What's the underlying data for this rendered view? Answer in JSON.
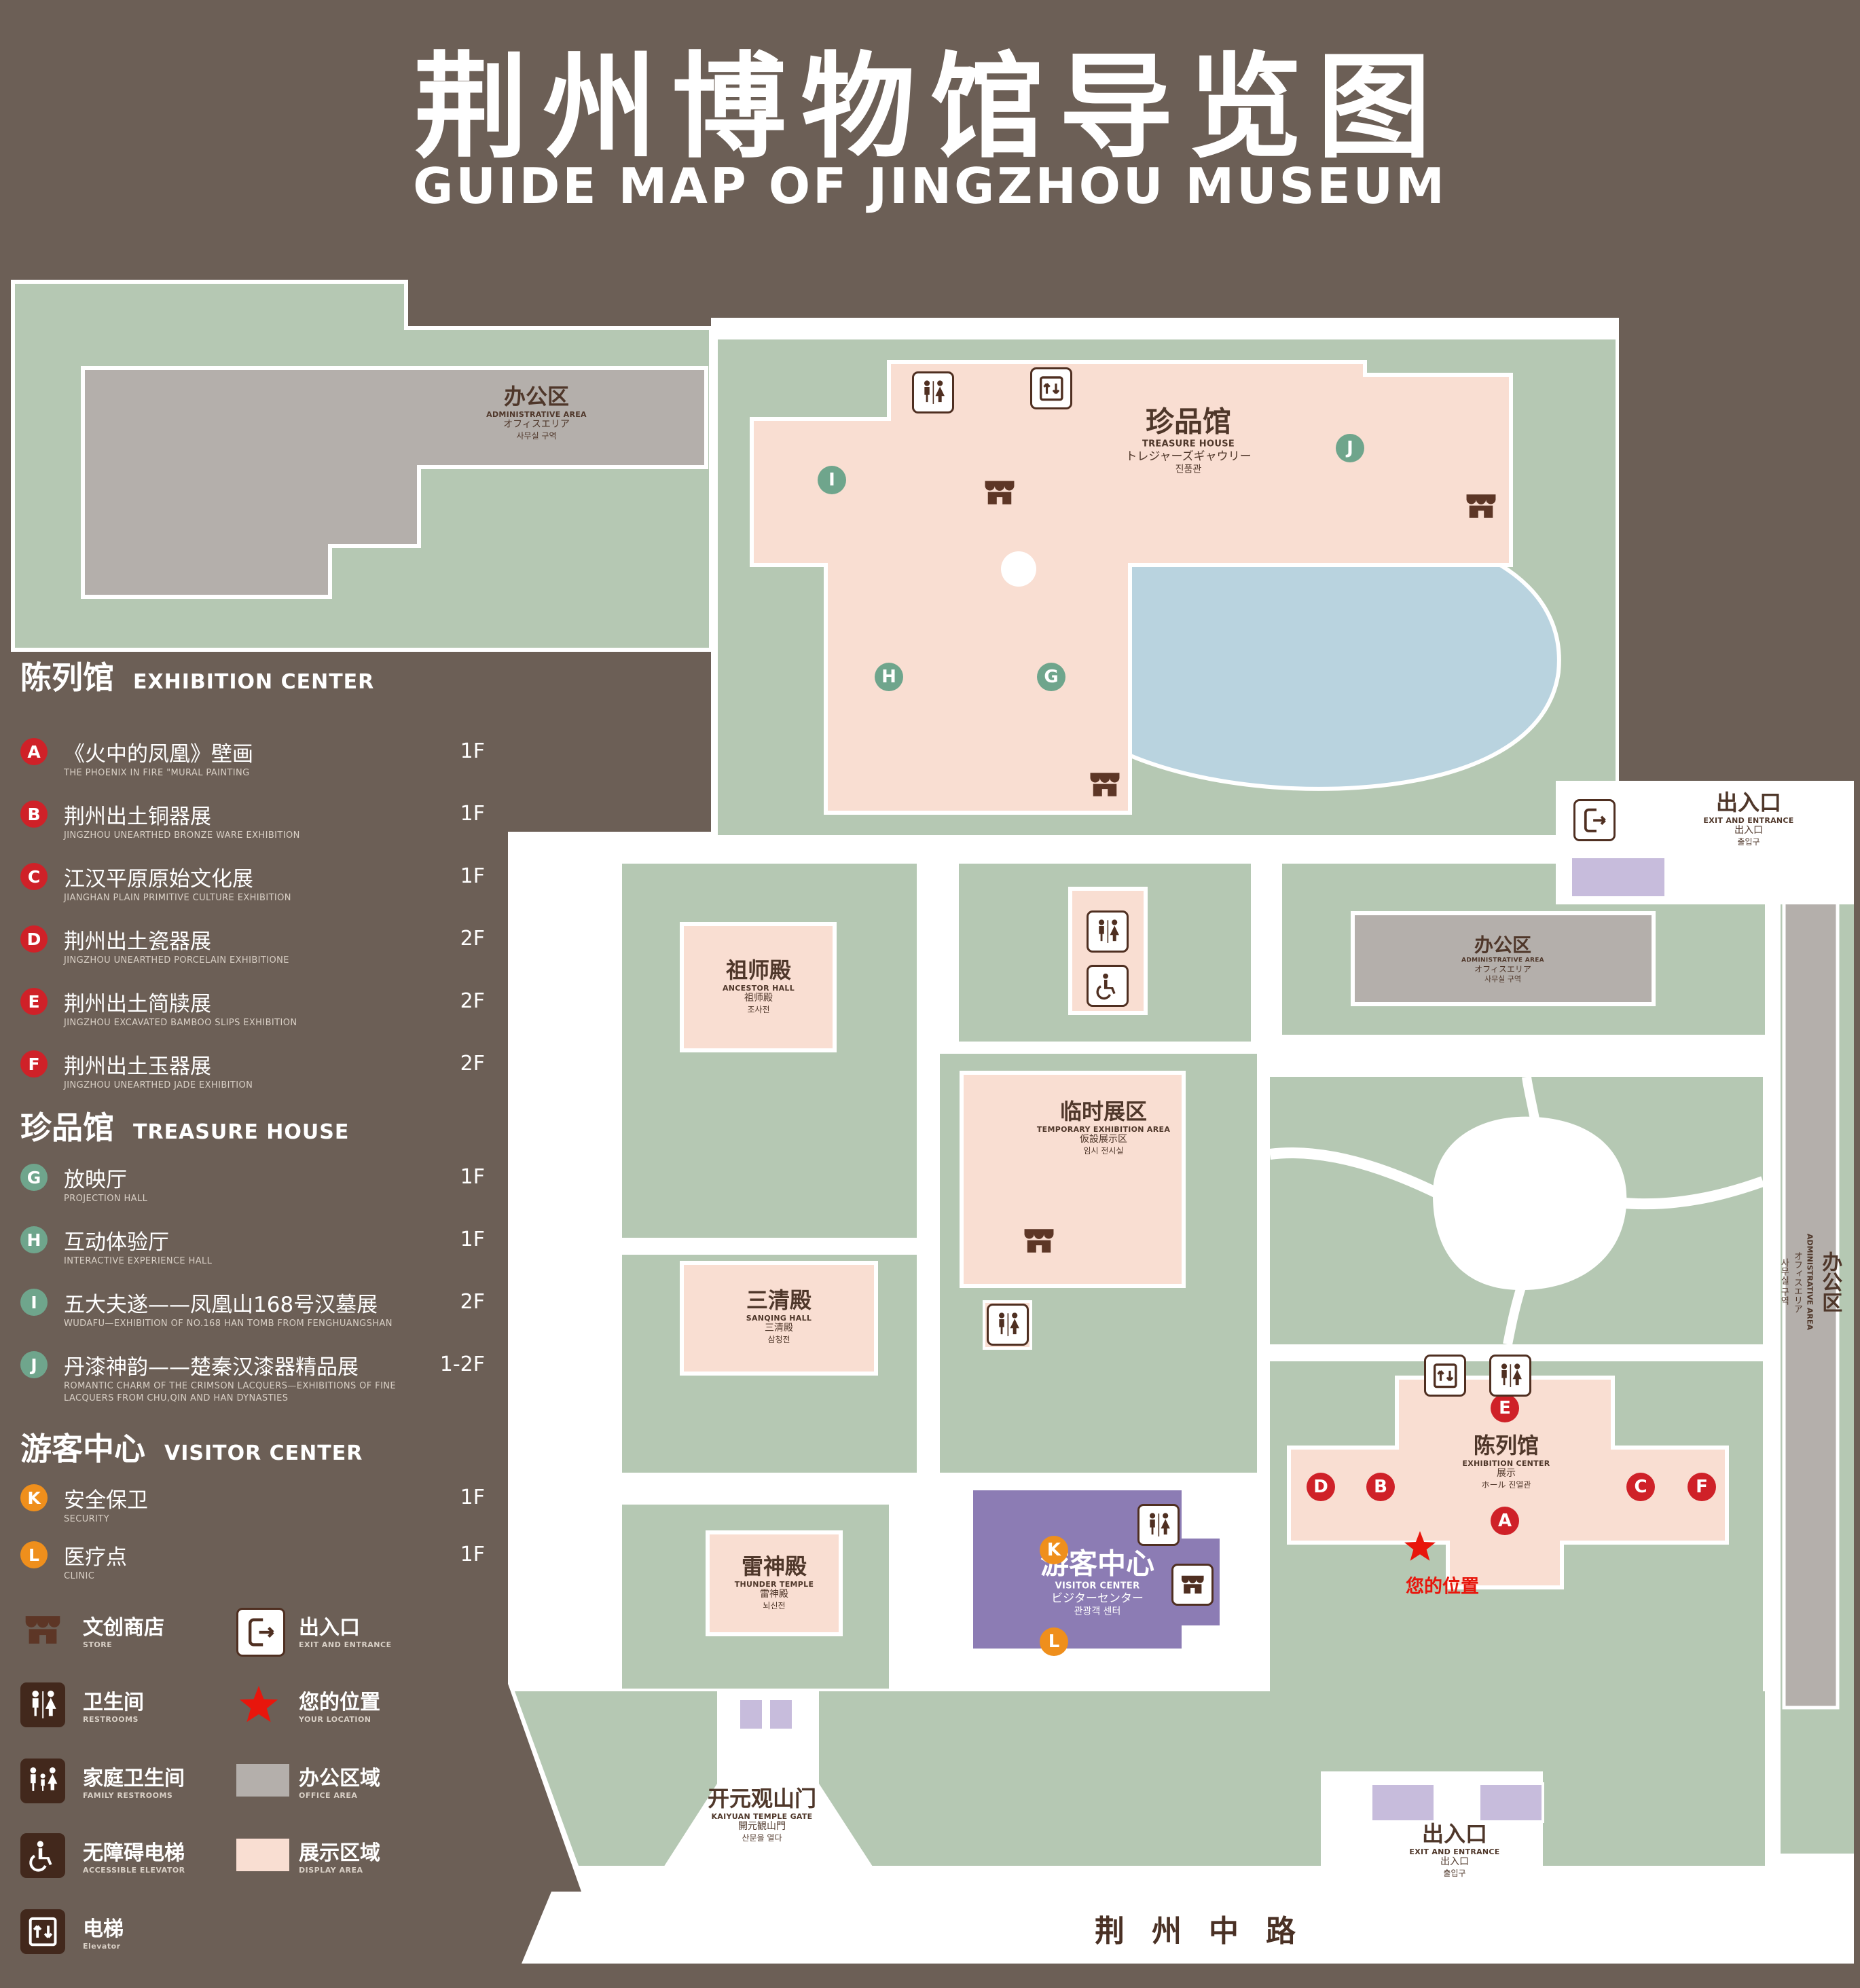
{
  "page": {
    "title_zh": "荆州博物馆导览图",
    "title_en": "GUIDE MAP OF JINGZHOU MUSEUM"
  },
  "colors": {
    "background": "#6c5f56",
    "lawn_green": "#b5c8b3",
    "display_area_pink": "#f9ded2",
    "office_area_gray": "#b4afab",
    "pond_blue": "#b9d3df",
    "visitor_center_purple": "#8c7cb4",
    "entrance_purple": "#c7bcdc",
    "marker_red": "#cf2128",
    "marker_green": "#6fa58c",
    "marker_orange": "#ef8f1c",
    "icon_brown": "#4f2f21",
    "location_red": "#e8160c"
  },
  "legend": {
    "sections": [
      {
        "title_zh": "陈列馆",
        "title_en": "EXHIBITION CENTER",
        "marker_color": "#cf2128",
        "items": [
          {
            "letter": "A",
            "zh": "《火中的凤凰》壁画",
            "en": "THE PHOENIX IN FIRE \"MURAL PAINTING",
            "floor": "1F"
          },
          {
            "letter": "B",
            "zh": "荆州出土铜器展",
            "en": "JINGZHOU UNEARTHED BRONZE WARE EXHIBITION",
            "floor": "1F"
          },
          {
            "letter": "C",
            "zh": "江汉平原原始文化展",
            "en": "JIANGHAN PLAIN PRIMITIVE CULTURE EXHIBITION",
            "floor": "1F"
          },
          {
            "letter": "D",
            "zh": "荆州出土瓷器展",
            "en": "JINGZHOU UNEARTHED PORCELAIN EXHIBITIONE",
            "floor": "2F"
          },
          {
            "letter": "E",
            "zh": "荆州出土简牍展",
            "en": "JINGZHOU EXCAVATED BAMBOO SLIPS EXHIBITION",
            "floor": "2F"
          },
          {
            "letter": "F",
            "zh": "荆州出土玉器展",
            "en": "JINGZHOU UNEARTHED JADE EXHIBITION",
            "floor": "2F"
          }
        ]
      },
      {
        "title_zh": "珍品馆",
        "title_en": "TREASURE HOUSE",
        "marker_color": "#6fa58c",
        "items": [
          {
            "letter": "G",
            "zh": "放映厅",
            "en": "PROJECTION HALL",
            "floor": "1F"
          },
          {
            "letter": "H",
            "zh": "互动体验厅",
            "en": "INTERACTIVE EXPERIENCE HALL",
            "floor": "1F"
          },
          {
            "letter": "I",
            "zh": "五大夫遂——凤凰山168号汉墓展",
            "en": "WUDAFU—EXHIBITION OF NO.168 HAN TOMB FROM FENGHUANGSHAN",
            "floor": "2F"
          },
          {
            "letter": "J",
            "zh": "丹漆神韵——楚秦汉漆器精品展",
            "en": "ROMANTIC CHARM OF THE CRIMSON LACQUERS—EXHIBITIONS OF FINE LACQUERS FROM CHU,QIN AND HAN DYNASTIES",
            "floor": "1-2F"
          }
        ]
      },
      {
        "title_zh": "游客中心",
        "title_en": "VISITOR CENTER",
        "marker_color": "#ef8f1c",
        "items": [
          {
            "letter": "K",
            "zh": "安全保卫",
            "en": "SECURITY",
            "floor": "1F"
          },
          {
            "letter": "L",
            "zh": "医疗点",
            "en": "CLINIC",
            "floor": "1F"
          }
        ]
      }
    ],
    "symbols": [
      {
        "icon": "store-icon",
        "zh": "文创商店",
        "en": "STORE"
      },
      {
        "icon": "exit-icon",
        "zh": "出入口",
        "en": "EXIT AND ENTRANCE"
      },
      {
        "icon": "restroom-icon",
        "zh": "卫生间",
        "en": "RESTROOMS"
      },
      {
        "icon": "location-star-icon",
        "zh": "您的位置",
        "en": "YOUR LOCATION"
      },
      {
        "icon": "family-restroom-icon",
        "zh": "家庭卫生间",
        "en": "FAMILY RESTROOMS"
      },
      {
        "icon": "office-area-swatch",
        "zh": "办公区域",
        "en": "OFFICE AREA"
      },
      {
        "icon": "accessible-elevator-icon",
        "zh": "无障碍电梯",
        "en": "ACCESSIBLE ELEVATOR"
      },
      {
        "icon": "display-area-swatch",
        "zh": "展示区域",
        "en": "DISPLAY AREA"
      },
      {
        "icon": "elevator-icon",
        "zh": "电梯",
        "en": "Elevator"
      }
    ]
  },
  "map": {
    "labels": {
      "admin_top_left": {
        "zh": "办公区",
        "en": "ADMINISTRATIVE AREA",
        "jp": "オフィスエリア",
        "kr": "사무실 구역"
      },
      "treasure_house": {
        "zh": "珍品馆",
        "en": "TREASURE HOUSE",
        "jp": "トレジャーズギャウリー",
        "kr": "진품관"
      },
      "exit_right": {
        "zh": "出入口",
        "en": "EXIT AND ENTRANCE",
        "jp": "出入口",
        "kr": "출입구"
      },
      "ancestor_hall": {
        "zh": "祖师殿",
        "en": "ANCESTOR HALL",
        "jp": "祖师殿",
        "kr": "조사전"
      },
      "temporary_exhibition": {
        "zh": "临时展区",
        "en": "TEMPORARY EXHIBITION AREA",
        "jp": "仮設展示区",
        "kr": "임시 전시실"
      },
      "admin_right": {
        "zh": "办公区",
        "en": "ADMINISTRATIVE AREA",
        "jp": "オフィスエリア",
        "kr": "사무실 구역"
      },
      "admin_far_right": {
        "zh": "办公区",
        "en": "ADMINISTRATIVE AREA",
        "jp": "オフィスエリア",
        "kr": "사무실 구역"
      },
      "sanqing_hall": {
        "zh": "三清殿",
        "en": "SANQING HALL",
        "jp": "三清殿",
        "kr": "삼청전"
      },
      "exhibition_center": {
        "zh": "陈列馆",
        "en": "EXHIBITION CENTER",
        "jp": "展示",
        "kr": "ホール 진열관"
      },
      "thunder_temple": {
        "zh": "雷神殿",
        "en": "THUNDER TEMPLE",
        "jp": "雷神殿",
        "kr": "뇌신전"
      },
      "visitor_center": {
        "zh": "游客中心",
        "en": "VISITOR CENTER",
        "jp": "ビジターセンター",
        "kr": "관광객 센터"
      },
      "kaiyuan_gate": {
        "zh": "开元观山门",
        "en": "KAIYUAN TEMPLE GATE",
        "jp": "開元観山門",
        "kr": "산문을 열다"
      },
      "exit_bottom": {
        "zh": "出入口",
        "en": "EXIT AND ENTRANCE",
        "jp": "出入口",
        "kr": "출입구"
      },
      "road": {
        "zh": "荆州中路"
      },
      "your_location": {
        "zh": "您的位置"
      }
    }
  }
}
